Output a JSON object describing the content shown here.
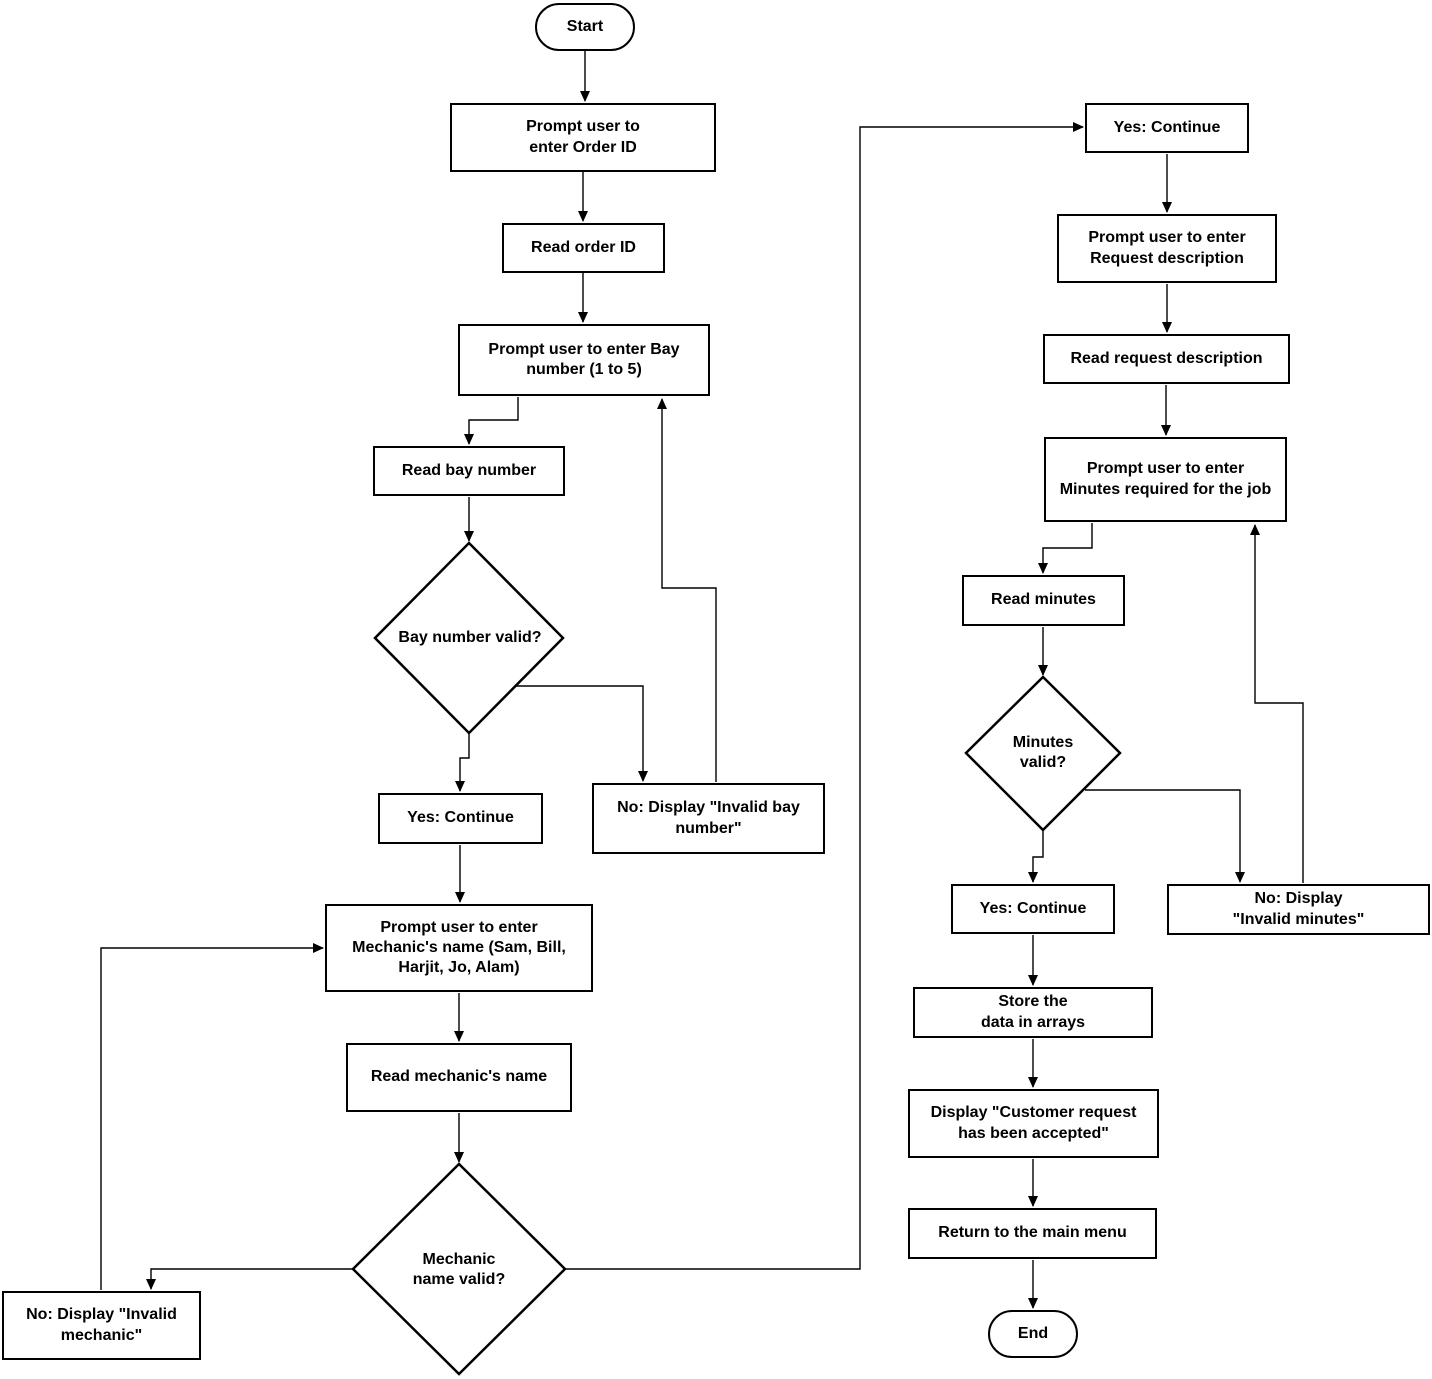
{
  "diagram": {
    "type": "flowchart",
    "colors": {
      "shape_fill": "#ffffff",
      "stroke": "#000000",
      "text": "#000000"
    },
    "nodes": {
      "start": {
        "type": "terminator",
        "label": "Start"
      },
      "prompt_order_id": {
        "type": "process",
        "label": "Prompt user to\nenter Order ID"
      },
      "read_order_id": {
        "type": "process",
        "label": "Read order ID"
      },
      "prompt_bay_number": {
        "type": "process",
        "label": "Prompt user to enter Bay\nnumber (1 to 5)"
      },
      "read_bay_number": {
        "type": "process",
        "label": "Read bay number"
      },
      "bay_number_valid": {
        "type": "decision",
        "label": "Bay number valid?"
      },
      "bay_yes_continue": {
        "type": "process",
        "label": "Yes: Continue"
      },
      "bay_no_invalid": {
        "type": "process",
        "label": "No: Display \"Invalid bay\nnumber\""
      },
      "prompt_mechanic_name": {
        "type": "process",
        "label": "Prompt user to enter\nMechanic's name (Sam, Bill,\nHarjit, Jo, Alam)"
      },
      "read_mechanic_name": {
        "type": "process",
        "label": "Read mechanic's name"
      },
      "mechanic_name_valid": {
        "type": "decision",
        "label": "Mechanic\nname valid?"
      },
      "mechanic_no_invalid": {
        "type": "process",
        "label": "No: Display \"Invalid\nmechanic\""
      },
      "mechanic_yes_continue": {
        "type": "process",
        "label": "Yes: Continue"
      },
      "prompt_request_description": {
        "type": "process",
        "label": "Prompt user to enter\nRequest description"
      },
      "read_request_description": {
        "type": "process",
        "label": "Read request description"
      },
      "prompt_minutes": {
        "type": "process",
        "label": "Prompt user to enter\nMinutes required for the job"
      },
      "read_minutes": {
        "type": "process",
        "label": "Read minutes"
      },
      "minutes_valid": {
        "type": "decision",
        "label": "Minutes\nvalid?"
      },
      "minutes_yes_continue": {
        "type": "process",
        "label": "Yes: Continue"
      },
      "minutes_no_invalid": {
        "type": "process",
        "label": "No: Display\n\"Invalid minutes\""
      },
      "store_data": {
        "type": "process",
        "label": "Store the\ndata in arrays"
      },
      "display_accepted": {
        "type": "process",
        "label": "Display \"Customer request\nhas been accepted\""
      },
      "return_main_menu": {
        "type": "process",
        "label": "Return to the main menu"
      },
      "end": {
        "type": "terminator",
        "label": "End"
      }
    },
    "edges": [
      {
        "from": "start",
        "to": "prompt_order_id"
      },
      {
        "from": "prompt_order_id",
        "to": "read_order_id"
      },
      {
        "from": "read_order_id",
        "to": "prompt_bay_number"
      },
      {
        "from": "prompt_bay_number",
        "to": "read_bay_number"
      },
      {
        "from": "read_bay_number",
        "to": "bay_number_valid"
      },
      {
        "from": "bay_number_valid",
        "to": "bay_yes_continue"
      },
      {
        "from": "bay_number_valid",
        "to": "bay_no_invalid"
      },
      {
        "from": "bay_no_invalid",
        "to": "prompt_bay_number"
      },
      {
        "from": "bay_yes_continue",
        "to": "prompt_mechanic_name"
      },
      {
        "from": "prompt_mechanic_name",
        "to": "read_mechanic_name"
      },
      {
        "from": "read_mechanic_name",
        "to": "mechanic_name_valid"
      },
      {
        "from": "mechanic_name_valid",
        "to": "mechanic_no_invalid"
      },
      {
        "from": "mechanic_no_invalid",
        "to": "prompt_mechanic_name"
      },
      {
        "from": "mechanic_name_valid",
        "to": "mechanic_yes_continue"
      },
      {
        "from": "mechanic_yes_continue",
        "to": "prompt_request_description"
      },
      {
        "from": "prompt_request_description",
        "to": "read_request_description"
      },
      {
        "from": "read_request_description",
        "to": "prompt_minutes"
      },
      {
        "from": "prompt_minutes",
        "to": "read_minutes"
      },
      {
        "from": "read_minutes",
        "to": "minutes_valid"
      },
      {
        "from": "minutes_valid",
        "to": "minutes_yes_continue"
      },
      {
        "from": "minutes_valid",
        "to": "minutes_no_invalid"
      },
      {
        "from": "minutes_no_invalid",
        "to": "prompt_minutes"
      },
      {
        "from": "minutes_yes_continue",
        "to": "store_data"
      },
      {
        "from": "store_data",
        "to": "display_accepted"
      },
      {
        "from": "display_accepted",
        "to": "return_main_menu"
      },
      {
        "from": "return_main_menu",
        "to": "end"
      }
    ]
  }
}
